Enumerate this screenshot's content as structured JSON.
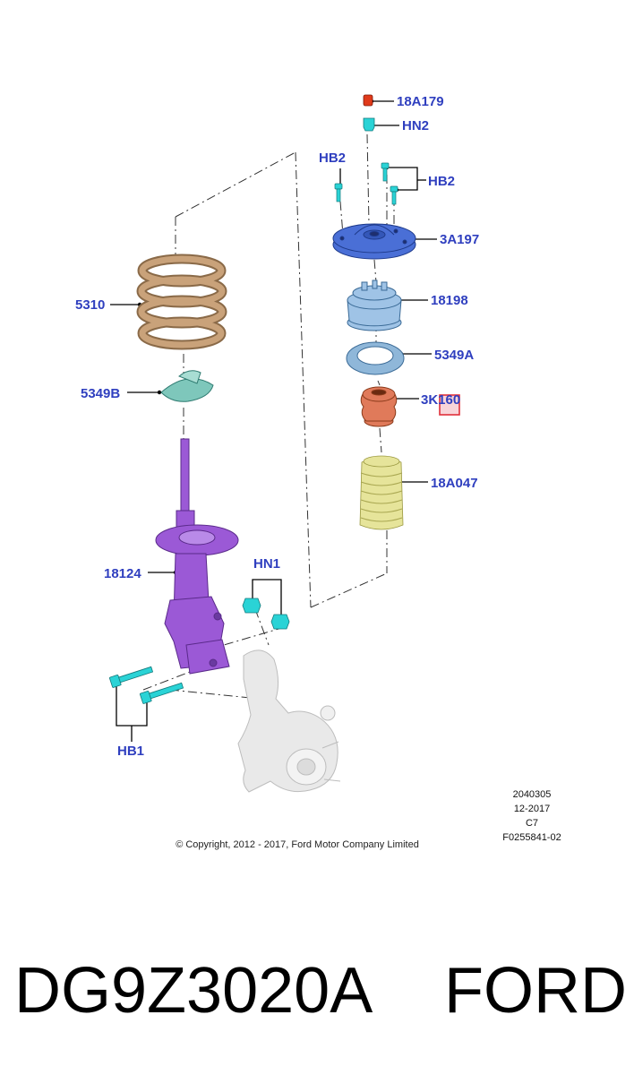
{
  "colors": {
    "callout_text": "#2f3fbf",
    "leader_line": "#000000",
    "spring": "#c9a27a",
    "strut": "#9b59d6",
    "top_mount": "#4a6fd6",
    "bearing": "#8fb7d9",
    "isolator": "#9fc3e6",
    "bump_stop": "#e07a5a",
    "dust_boot": "#e6e49a",
    "fastener": "#2ad3d6",
    "nut_red": "#e03a1a",
    "knuckle": "#e4e4e4",
    "highlight_box": "#e0303a"
  },
  "parts": {
    "p18a179": "18A179",
    "hn2": "HN2",
    "hb2_left": "HB2",
    "hb2_right": "HB2",
    "p3a197": "3A197",
    "p18198": "18198",
    "p5349a": "5349A",
    "p3k160": "3K160",
    "p18a047": "18A047",
    "p5310": "5310",
    "p5349b": "5349B",
    "p18124": "18124",
    "hn1": "HN1",
    "hb1": "HB1"
  },
  "drawing_info": {
    "code": "2040305",
    "date": "12-2017",
    "rev": "C7",
    "figure": "F0255841-02"
  },
  "copyright": "© Copyright, 2012 - 2017, Ford Motor Company Limited",
  "part_number": "DG9Z3020A",
  "brand": "FORD"
}
